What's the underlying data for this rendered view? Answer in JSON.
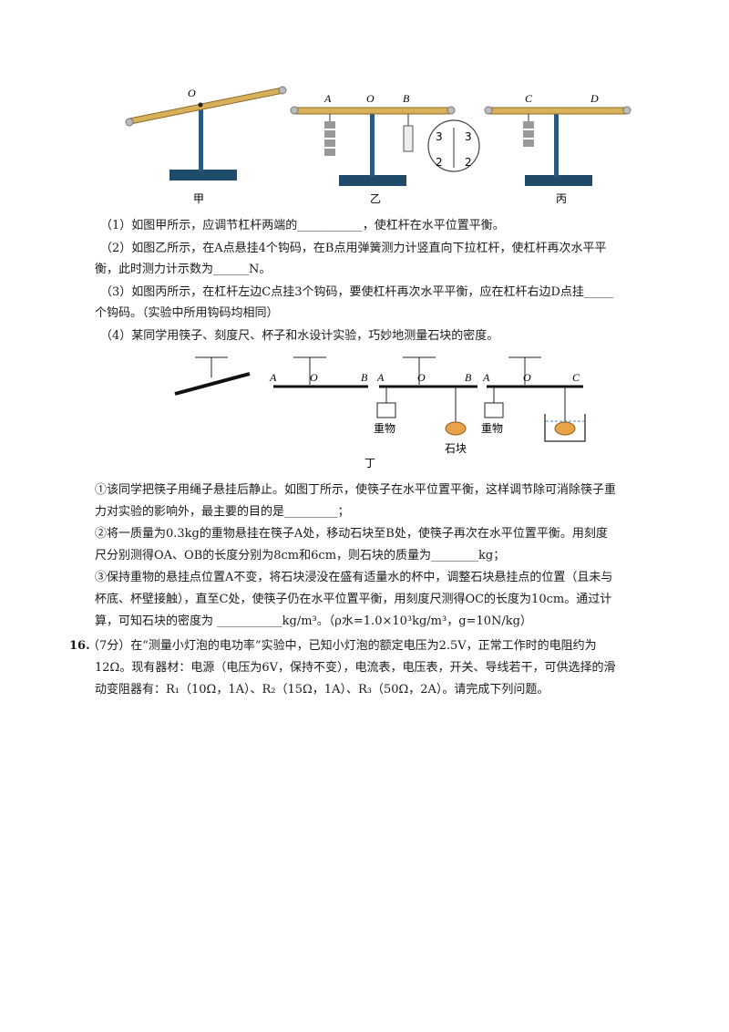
{
  "figure1": {
    "caption_jia": "甲",
    "caption_yi": "乙",
    "caption_bing": "丙",
    "label_O1": "O",
    "label_A": "A",
    "label_O2": "O",
    "label_B": "B",
    "label_C": "C",
    "label_D": "D",
    "scale_3l": "3",
    "scale_3r": "3",
    "scale_2l": "2",
    "scale_2r": "2"
  },
  "figure2": {
    "caption": "丁",
    "label_A1": "A",
    "label_O1": "O",
    "label_B1": "B",
    "label_A2": "A",
    "label_O2": "O",
    "label_B2": "B",
    "label_A3": "A",
    "label_O3": "O",
    "label_C3": "C",
    "weight1": "重物",
    "stone": "石块",
    "weight2": "重物"
  },
  "q": {
    "p1": "（1）如图甲所示，应调节杠杆两端的___________，使杠杆在水平位置平衡。",
    "p2a": "（2）如图乙所示，在A点悬挂4个钩码，在B点用弹簧测力计竖直向下拉杠杆，使杠杆再次水平平",
    "p2b": "衡，此时测力计示数为______N。",
    "p3a": "（3）如图丙所示，在杠杆左边C点挂3个钩码，要使杠杆再次水平平衡，应在杠杆右边D点挂_____",
    "p3b": "个钩码。（实验中所用钩码均相同）",
    "p4": "（4）某同学用筷子、刻度尺、杯子和水设计实验，巧妙地测量石块的密度。",
    "s1a": "①该同学把筷子用绳子悬挂后静止。如图丁所示，使筷子在水平位置平衡，这样调节除可消除筷子重",
    "s1b": "力对实验的影响外，最主要的目的是_________；",
    "s2a": "②将一质量为0.3kg的重物悬挂在筷子A处，移动石块至B处，使筷子再次在水平位置平衡。用刻度",
    "s2b": "尺分别测得OA、OB的长度分别为8cm和6cm，则石块的质量为________kg；",
    "s3a": "③保持重物的悬挂点位置A不变，将石块浸没在盛有适量水的杯中，调整石块悬挂点的位置（且未与",
    "s3b": "杯底、杯壁接触），直至C处，使筷子仍在水平位置平衡，用刻度尺测得OC的长度为10cm。通过计",
    "s3c": "算，可知石块的密度为 ___________kg/m³。（ρ水=1.0×10³kg/m³，g=10N/kg）",
    "q16num": "16.",
    "q16a": "（7分）在“测量小灯泡的电功率”实验中，已知小灯泡的额定电压为2.5V，正常工作时的电阻约为",
    "q16b": "12Ω。现有器材：电源（电压为6V，保持不变），电流表，电压表，开关、导线若干，可供选择的滑",
    "q16c": "动变阻器有：R₁（10Ω，1A）、R₂（15Ω，1A）、R₃（50Ω，2A）。请完成下列问题。"
  }
}
